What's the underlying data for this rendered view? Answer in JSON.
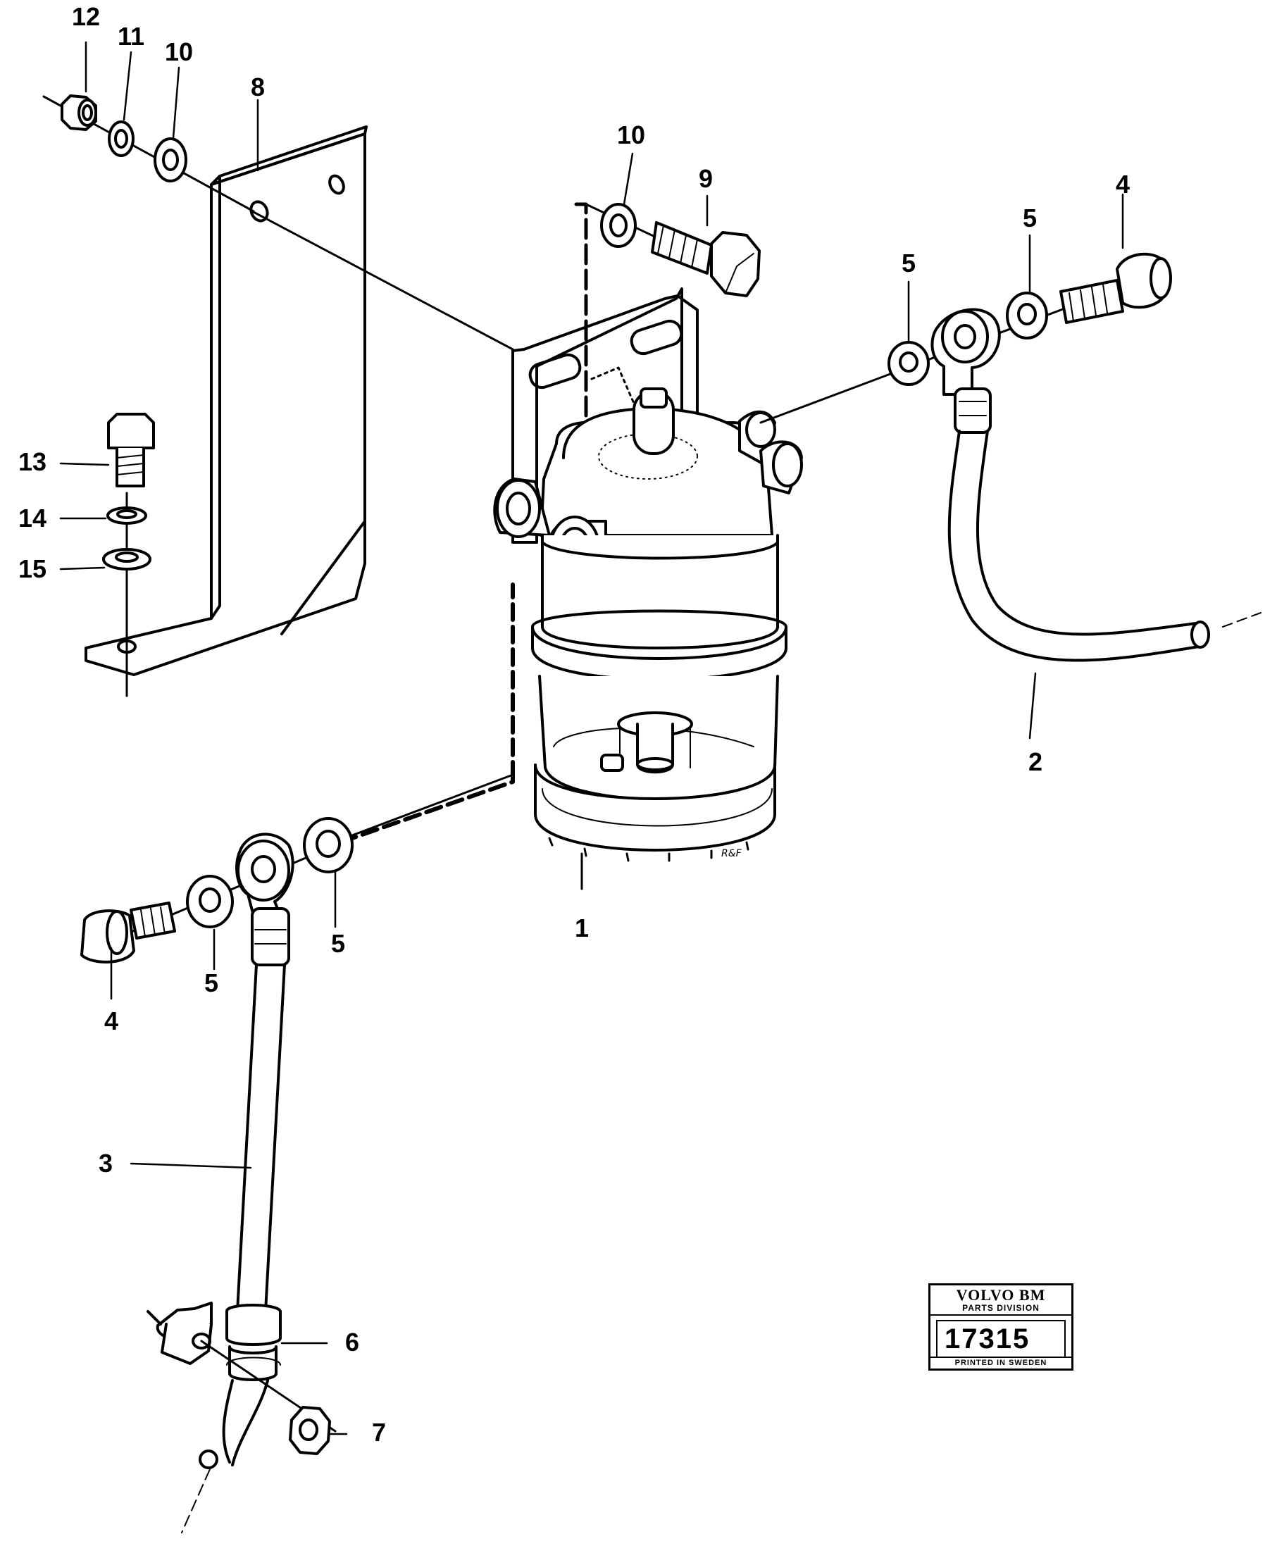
{
  "callouts": [
    {
      "id": "c1",
      "text": "1"
    },
    {
      "id": "c2",
      "text": "2"
    },
    {
      "id": "c3",
      "text": "3"
    },
    {
      "id": "c4a",
      "text": "4"
    },
    {
      "id": "c4b",
      "text": "4"
    },
    {
      "id": "c5a",
      "text": "5"
    },
    {
      "id": "c5b",
      "text": "5"
    },
    {
      "id": "c5c",
      "text": "5"
    },
    {
      "id": "c5d",
      "text": "5"
    },
    {
      "id": "c6",
      "text": "6"
    },
    {
      "id": "c7",
      "text": "7"
    },
    {
      "id": "c8",
      "text": "8"
    },
    {
      "id": "c9",
      "text": "9"
    },
    {
      "id": "c10a",
      "text": "10"
    },
    {
      "id": "c10b",
      "text": "10"
    },
    {
      "id": "c11",
      "text": "11"
    },
    {
      "id": "c12",
      "text": "12"
    },
    {
      "id": "c13",
      "text": "13"
    },
    {
      "id": "c14",
      "text": "14"
    },
    {
      "id": "c15",
      "text": "15"
    }
  ],
  "stamp": {
    "brand": "VOLVO BM",
    "division": "PARTS DIVISION",
    "number": "17315",
    "printed": "PRINTED IN SWEDEN"
  },
  "colors": {
    "ink": "#000000",
    "paper": "#ffffff"
  }
}
